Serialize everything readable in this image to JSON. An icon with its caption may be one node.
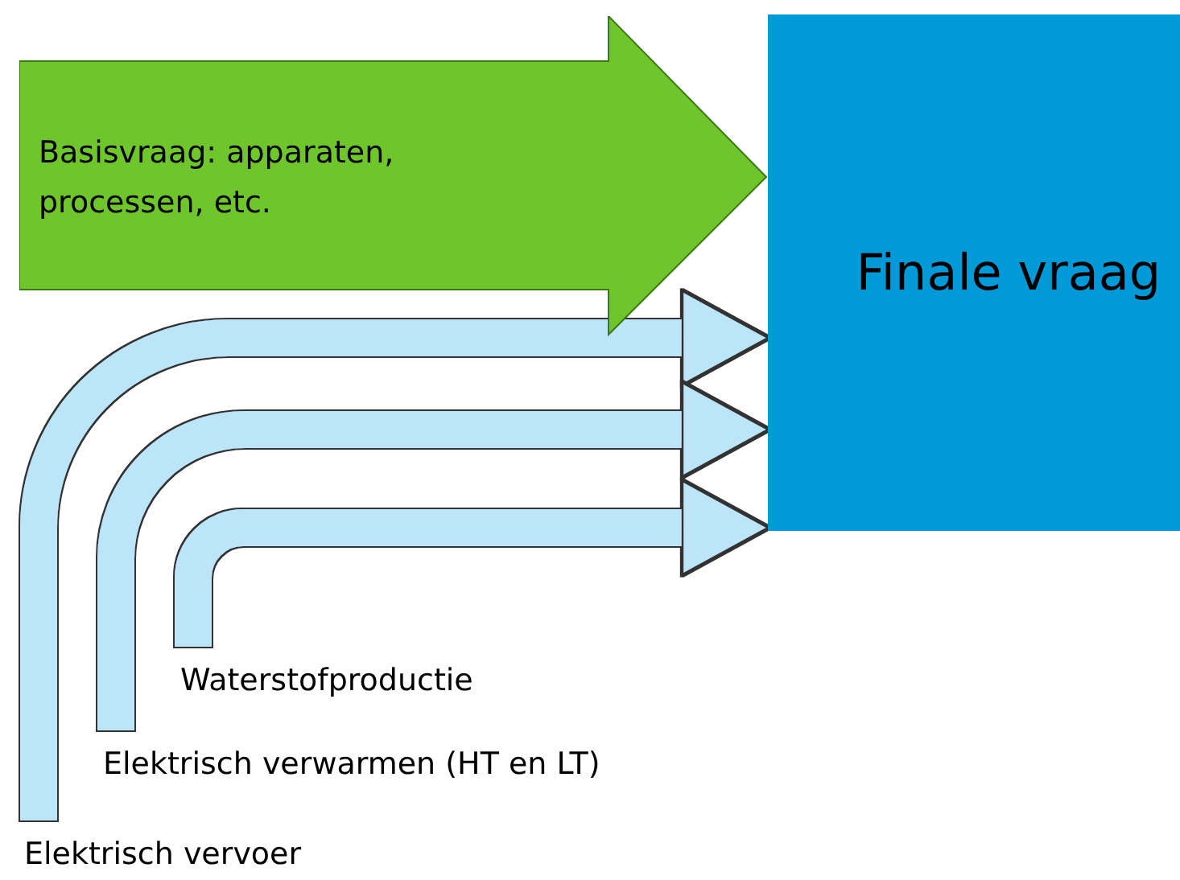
{
  "diagram": {
    "nodes": [
      {
        "text": [
          "Basisvraag: apparaten, processen, etc."
        ]
      },
      {
        "text": [
          "Finale vraag"
        ]
      },
      {
        "text": [
          "Waterstofproductie"
        ]
      },
      {
        "text": [
          "Elektrisch verwarmen (HT en LT)"
        ]
      },
      {
        "text": [
          "Elektrisch vervoer"
        ]
      }
    ],
    "edges": [
      {
        "from": 4,
        "to": 1,
        "arrow": "to",
        "color": "#bde5fa"
      },
      {
        "from": 3,
        "to": 1,
        "arrow": "to",
        "color": "#bde5fa"
      },
      {
        "from": 2,
        "to": 1,
        "arrow": "to",
        "color": "#bde5fa"
      }
    ]
  }
}
